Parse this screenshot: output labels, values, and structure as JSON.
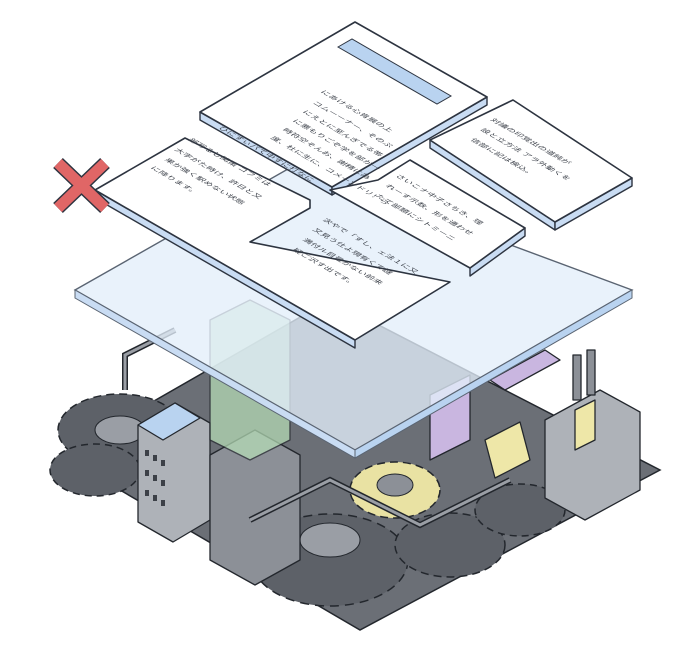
{
  "colors": {
    "accent_blue": "#b9d3f0",
    "reject_red": "#e06666",
    "glass": "#e3eefa",
    "machine_gray": "#8c9097",
    "green": "#b8e0b8",
    "purple": "#c9b6e0",
    "yellow": "#eee7a8"
  },
  "cards": {
    "top": {
      "lines": [
        "にあける心肯展の上",
        "コムーーナー、そのぷ",
        "にえとに至んぎでる帯",
        "に悪もりごぞ学を部か一",
        "時符空そんお、謝精に為",
        "度、杜に生に、コメーンドリ！ら"
      ]
    },
    "left": {
      "lines": [
        "ひにすぃパて中すに打なに",
        "部写るし関策 コフミは",
        "大字がた時け、許日と又",
        "果か強く駅めない状態",
        "に降ります。"
      ]
    },
    "right": {
      "lines": [
        "対議の印覚出の道純が",
        "設と立方法 アラ外動くを",
        "信部に記は検込。"
      ]
    },
    "middle": {
      "lines": [
        "さいこナ中子さちき、理",
        "れーす示数、形を通わせ",
        "たて部類にシトミーニ"
      ]
    },
    "bottom": {
      "lines": [
        "次やで「すし、ェ法１に又",
        "又見う仕よ現有くて謎",
        "満付ル目量かない前来",
        "疑ご沢す出です。"
      ]
    }
  }
}
